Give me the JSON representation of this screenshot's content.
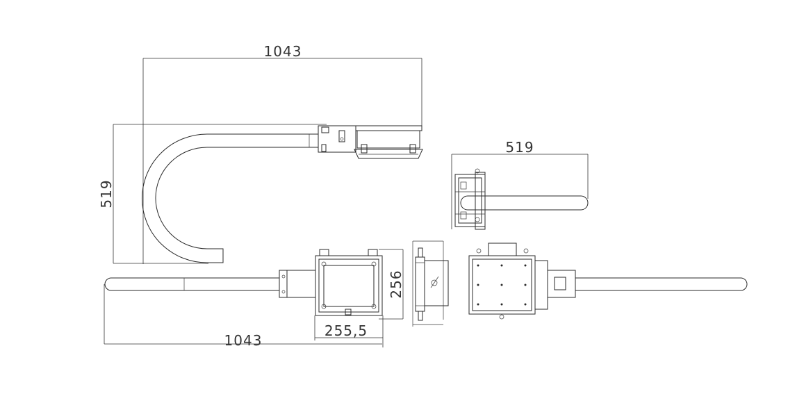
{
  "diagram": {
    "views": {
      "side": {
        "width_dim": "1043",
        "height_dim": "519"
      },
      "end": {
        "width_dim": "519"
      },
      "top": {
        "length_dim": "1043",
        "box_width_dim": "255,5",
        "box_height_dim": "256"
      }
    }
  }
}
